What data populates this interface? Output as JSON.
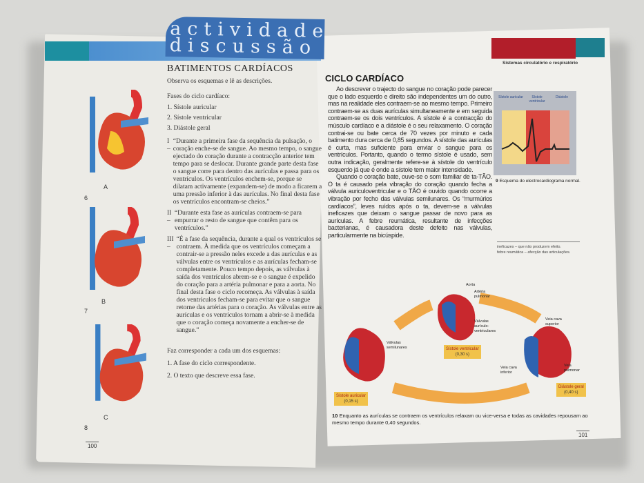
{
  "left_page": {
    "header": "actividades discussão",
    "title": "BATIMENTOS CARDÍACOS",
    "intro": "Observa os esquemas e lê as descrições.",
    "phases_label": "Fases do ciclo cardíaco:",
    "phases": [
      "1. Sístole auricular",
      "2. Sístole ventricular",
      "3. Diástole geral"
    ],
    "descriptions": [
      {
        "num": "I –",
        "text": "“Durante a primeira fase da sequência da pulsação, o coração enche-se de sangue. Ao mesmo tempo, o sangue ejectado do coração durante a contracção anterior tem tempo para se deslocar. Durante grande parte desta fase o sangue corre para dentro das aurículas e passa para os ventrículos. Os ventrículos enchem-se, porque se dilatam activamente (expandem-se) de modo a ficarem a uma pressão inferior à das aurículas. No final desta fase os ventrículos encontram-se cheios.”"
      },
      {
        "num": "II –",
        "text": "“Durante esta fase as aurículas contraem-se para empurrar o resto de sangue que contêm para os ventrículos.”"
      },
      {
        "num": "III –",
        "text": "“É a fase da sequência, durante a qual os ventrículos se contraem. À medida que os ventrículos começam a contrair-se a pressão neles excede a das aurículas e as válvulas entre os ventrículos e as aurículas fecham-se completamente. Pouco tempo depois, as válvulas à saída dos ventrículos abrem-se e o sangue é expelido do coração para a artéria pulmonar e para a aorta. No final desta fase o ciclo recomeça. As válvulas à saída dos ventrículos fecham-se para evitar que o sangue retorne das artérias para o coração. As válvulas entre as aurículas e os ventrículos tornam a abrir-se à medida que o coração começa novamente a encher-se de sangue.”"
      }
    ],
    "task_label": "Faz corresponder a cada um dos esquemas:",
    "tasks": [
      "1. A fase do ciclo correspondente.",
      "2. O texto que descreve essa fase."
    ],
    "figures": [
      {
        "num": "6",
        "letter": "A"
      },
      {
        "num": "7",
        "letter": "B"
      },
      {
        "num": "8",
        "letter": "C"
      }
    ],
    "page_number": "100"
  },
  "right_page": {
    "section": "Sistemas circulatório e respiratório",
    "title": "CICLO CARDÍACO",
    "paragraph1": "Ao descrever o trajecto do sangue no coração pode parecer que o lado esquerdo e direito são independentes um do outro, mas na realidade eles contraem-se ao mesmo tempo. Primeiro contraem-se as duas aurículas simultaneamente e em seguida contraem-se os dois ventrículos. A sístole é a contracção do músculo cardíaco e a diástole é o seu relaxamento. O coração contrai-se ou bate cerca de 70 vezes por minuto e cada batimento dura cerca de 0,85 segundos. A sístole das aurículas é curta, mas suficiente para enviar o sangue para os ventrículos. Portanto, quando o termo sístole é usado, sem outra indicação, geralmente refere-se à sístole do ventrículo esquerdo já que é onde a sístole tem maior intensidade.",
    "paragraph2": "Quando o coração bate, ouve-se o som familiar de ta-TÃO. O ta é causado pela vibração do coração quando fecha a válvula auriculoventricular e o TÃO é ouvido quando ocorre a vibração por fecho das válvulas semilunares. Os “murmúrios cardíacos”, leves ruídos após o ta, devem-se a válvulas ineficazes que deixam o sangue passar de novo para as aurículas. A febre reumática, resultante de infecções bacterianas, é causadora deste defeito nas válvulas, particularmente na bicúspide.",
    "ecg": {
      "labels": [
        "Sístole auricular",
        "Sístole ventricular",
        "Diástole"
      ],
      "caption_num": "9",
      "caption": "Esquema do electrocardiograma normal."
    },
    "glossary": [
      "ineficazes – que não produzem efeito.",
      "febre reumática – afecção das articulações."
    ],
    "cycle": {
      "phases": [
        {
          "name": "Sístole auricular",
          "time": "(0,15 s)"
        },
        {
          "name": "Sístole ventricular",
          "time": "(0,30 s)"
        },
        {
          "name": "Diástole geral",
          "time": "(0,40 s)"
        }
      ],
      "labels": [
        "Aorta",
        "Artéria pulmonar",
        "Válvulas aurículo-ventriculares",
        "Válvulas semilunares",
        "Veia cava superior",
        "Veia cava inferior",
        "Veia pulmonar"
      ]
    },
    "caption_num": "10",
    "caption": "Enquanto as aurículas se contraem os ventrículos relaxam ou vice-versa e todas as cavidades repousam ao mesmo tempo durante 0,40 segundos.",
    "page_number": "101"
  },
  "colors": {
    "blue_band": "#3b6fb3",
    "teal": "#1d8fa0",
    "red_band": "#b21e2a",
    "tag": "#f1c24a"
  }
}
